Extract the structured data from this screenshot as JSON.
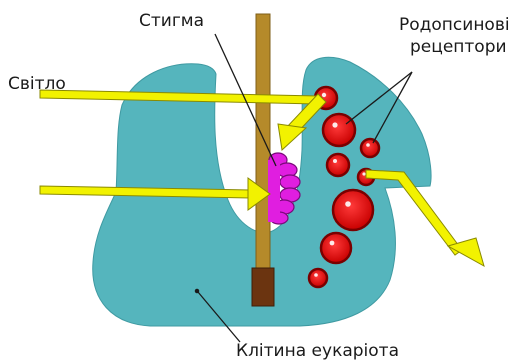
{
  "labels": {
    "stigma": "Стигма",
    "light": "Світло",
    "rhodopsin_line1": "Родопсинові",
    "rhodopsin_line2": "рецептори",
    "cell": "Клітина еукаріота"
  },
  "colors": {
    "cell": "#55b5bd",
    "flagellum": "#b58a2a",
    "flagellum_base": "#6b3410",
    "stigma": "#e01ee0",
    "receptor": "#e00000",
    "receptor_outline": "#7a0000",
    "light_arrow": "#f2f200",
    "leader_line": "#1a1a1a"
  }
}
